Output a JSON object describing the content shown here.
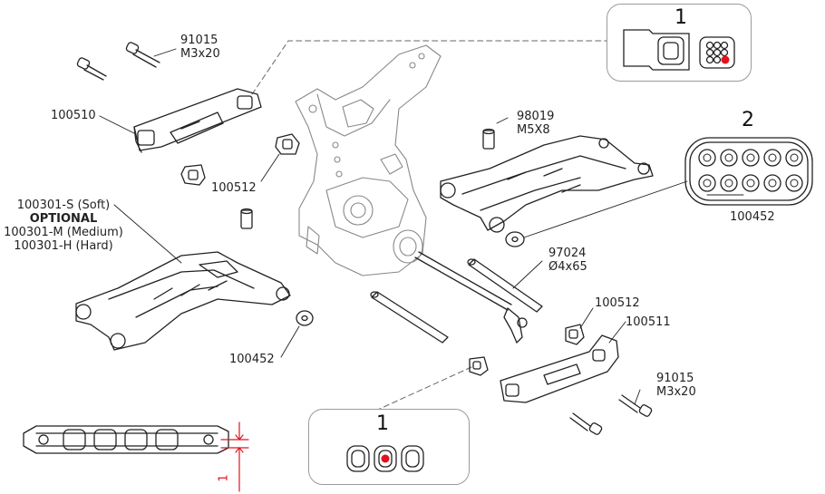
{
  "labels": {
    "part_91015_top": {
      "code": "91015",
      "size": "M3x20"
    },
    "part_100510": "100510",
    "part_100512_left": "100512",
    "part_100301": {
      "soft": "100301-S (Soft)",
      "optional": "OPTIONAL",
      "medium": "100301-M (Medium)",
      "hard": "100301-H (Hard)"
    },
    "part_100452_left": "100452",
    "part_98019": {
      "code": "98019",
      "size": "M5X8"
    },
    "part_100452_right": "100452",
    "part_97024": {
      "code": "97024",
      "size": "Ø4x65"
    },
    "part_100512_right": "100512",
    "part_100511": "100511",
    "part_91015_bottom": {
      "code": "91015",
      "size": "M3x20"
    },
    "inset_top_number": "1",
    "inset_right_number": "2",
    "inset_bottom_number": "1",
    "dimension_label": "1"
  },
  "colors": {
    "line": "#222222",
    "accent_dot": "#e0141e",
    "inset_border": "#9a9a9a",
    "dim_red": "#e0141e"
  }
}
